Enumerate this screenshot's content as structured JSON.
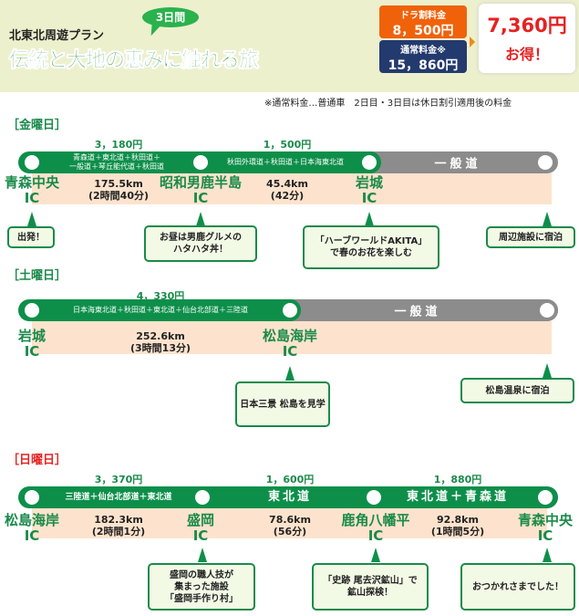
{
  "header": {
    "subtitle": "北東北周遊プラン",
    "days_badge": "3日間",
    "title": "伝統と大地の恵みに触れる旅",
    "dora_label": "ドラ割料金",
    "dora_price": "8，500円",
    "normal_label": "通常料金※",
    "normal_price": "15，860円",
    "saving_amount": "7,360円",
    "saving_label": "お得！",
    "note": "※通常料金…普通車　2日目・3日目は休日割引適用後の料金"
  },
  "day1": {
    "label": "［金曜日］",
    "fares": [
      "3，180円",
      "1，500円"
    ],
    "roads": [
      "青森道＋東北道＋秋田道＋\n一般道＋琴丘能代道＋秋田道",
      "秋田外環道＋秋田道＋日本海東北道",
      "一般道"
    ],
    "stations": [
      {
        "name": "青森中央",
        "ic": "IC"
      },
      {
        "name": "昭和男鹿半島",
        "ic": "IC"
      },
      {
        "name": "岩城",
        "ic": "IC"
      }
    ],
    "distances": [
      {
        "km": "175.5km",
        "time": "(2時間40分)"
      },
      {
        "km": "45.4km",
        "time": "(42分)"
      }
    ],
    "callouts": [
      "出発！",
      "お昼は男鹿グルメの\nハタハタ丼！",
      "「ハーブワールドAKITA」\nで春のお花を楽しむ",
      "周辺施設に宿泊"
    ]
  },
  "day2": {
    "label": "［土曜日］",
    "fares": [
      "4，330円"
    ],
    "roads": [
      "日本海東北道＋秋田道＋東北道＋仙台北部道＋三陸道",
      "一般道"
    ],
    "stations": [
      {
        "name": "岩城",
        "ic": "IC"
      },
      {
        "name": "松島海岸",
        "ic": "IC"
      }
    ],
    "distances": [
      {
        "km": "252.6km",
        "time": "(3時間13分)"
      }
    ],
    "callouts": [
      "日本三景 松島を見学",
      "松島温泉に宿泊"
    ]
  },
  "day3": {
    "label": "［日曜日］",
    "fares": [
      "3，370円",
      "1，600円",
      "1，880円"
    ],
    "roads": [
      "三陸道＋仙台北部道＋東北道",
      "東北道",
      "東北道＋青森道"
    ],
    "stations": [
      {
        "name": "松島海岸",
        "ic": "IC"
      },
      {
        "name": "盛岡",
        "ic": "IC"
      },
      {
        "name": "鹿角八幡平",
        "ic": "IC"
      },
      {
        "name": "青森中央",
        "ic": "IC"
      }
    ],
    "distances": [
      {
        "km": "182.3km",
        "time": "(2時間1分)"
      },
      {
        "km": "78.6km",
        "time": "(56分)"
      },
      {
        "km": "92.8km",
        "time": "(1時間5分)"
      }
    ],
    "callouts": [
      "盛岡の職人技が\n集まった施設\n「盛岡手作り村」",
      "「史跡 尾去沢鉱山」で\n鉱山探検！",
      "おつかれさまでした！"
    ]
  },
  "colors": {
    "green": "#0d8f4a",
    "orange": "#f0620a",
    "navy": "#233a6e",
    "red": "#e52222"
  }
}
